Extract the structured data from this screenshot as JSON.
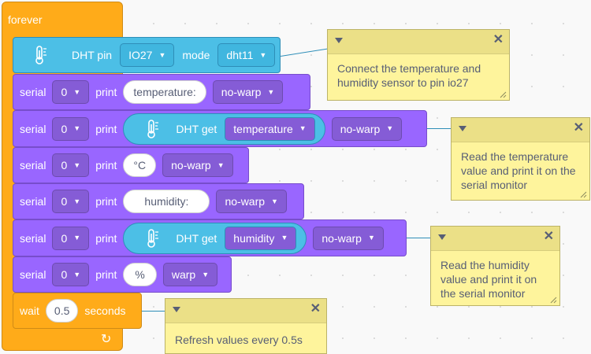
{
  "forever": {
    "label": "forever",
    "loop_arrow": "↻"
  },
  "dht_setup": {
    "label": "DHT pin",
    "pin_value": "IO27",
    "mode_label": "mode",
    "mode_value": "dht11",
    "icon": "thermometer-sensor-icon"
  },
  "serial_rows": [
    {
      "serial_label": "serial",
      "port": "0",
      "print_label": "print",
      "text": "temperature:",
      "warp": "no-warp"
    },
    {
      "serial_label": "serial",
      "port": "0",
      "print_label": "print",
      "reporter_label": "DHT get",
      "reporter_value": "temperature",
      "warp": "no-warp"
    },
    {
      "serial_label": "serial",
      "port": "0",
      "print_label": "print",
      "text": "°C",
      "warp": "no-warp"
    },
    {
      "serial_label": "serial",
      "port": "0",
      "print_label": "print",
      "text": "humidity:",
      "warp": "no-warp"
    },
    {
      "serial_label": "serial",
      "port": "0",
      "print_label": "print",
      "reporter_label": "DHT get",
      "reporter_value": "humidity",
      "warp": "no-warp"
    },
    {
      "serial_label": "serial",
      "port": "0",
      "print_label": "print",
      "text": "%",
      "warp": "warp"
    }
  ],
  "wait": {
    "label": "wait",
    "value": "0.5",
    "unit": "seconds"
  },
  "comments": [
    {
      "text": "Connect the temperature and humidity sensor to pin io27"
    },
    {
      "text": "Read the temperature value and print it on the serial monitor"
    },
    {
      "text": "Read the humidity value and print it on the serial monitor"
    },
    {
      "text": "Refresh values every 0.5s"
    }
  ],
  "comment_controls": {
    "collapse": "▾",
    "close": "✕"
  },
  "colors": {
    "control": "#ffab19",
    "serial": "#9966ff",
    "dht": "#4cbfe6",
    "comment": "#fef49c",
    "comment_header": "#ebe087"
  }
}
